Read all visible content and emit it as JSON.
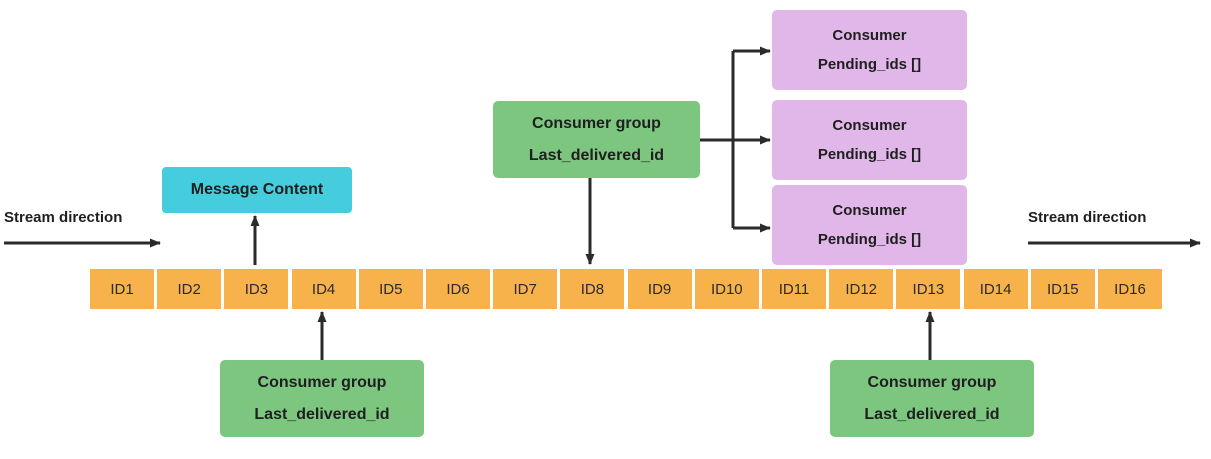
{
  "diagram": {
    "title": "Redis Stream consumer groups diagram",
    "colors": {
      "stream_entry": "#F7B24B",
      "message_content": "#45CCDD",
      "consumer_group": "#7CC67F",
      "consumer": "#E0B7E8",
      "arrow": "#2B2B2B",
      "background": "#FFFFFF",
      "text": "#1F1F1F"
    },
    "stream": {
      "name": "stream-entries",
      "entries": [
        {
          "label": "ID1"
        },
        {
          "label": "ID2"
        },
        {
          "label": "ID3"
        },
        {
          "label": "ID4"
        },
        {
          "label": "ID5"
        },
        {
          "label": "ID6"
        },
        {
          "label": "ID7"
        },
        {
          "label": "ID8"
        },
        {
          "label": "ID9"
        },
        {
          "label": "ID10"
        },
        {
          "label": "ID11"
        },
        {
          "label": "ID12"
        },
        {
          "label": "ID13"
        },
        {
          "label": "ID14"
        },
        {
          "label": "ID15"
        },
        {
          "label": "ID16"
        }
      ]
    },
    "stream_direction_left": "Stream direction",
    "stream_direction_right": "Stream direction",
    "message_content": {
      "label": "Message Content",
      "points_to": "ID3"
    },
    "consumer_groups": [
      {
        "id": "group-bottom-left",
        "line1": "Consumer group",
        "line2": "Last_delivered_id",
        "points_to": "ID4"
      },
      {
        "id": "group-middle",
        "line1": "Consumer group",
        "line2": "Last_delivered_id",
        "points_to": "ID8"
      },
      {
        "id": "group-bottom-right",
        "line1": "Consumer group",
        "line2": "Last_delivered_id",
        "points_to": "ID13"
      }
    ],
    "consumers": [
      {
        "id": "consumer-1",
        "line1": "Consumer",
        "line2": "Pending_ids []"
      },
      {
        "id": "consumer-2",
        "line1": "Consumer",
        "line2": "Pending_ids []"
      },
      {
        "id": "consumer-3",
        "line1": "Consumer",
        "line2": "Pending_ids []"
      }
    ]
  }
}
